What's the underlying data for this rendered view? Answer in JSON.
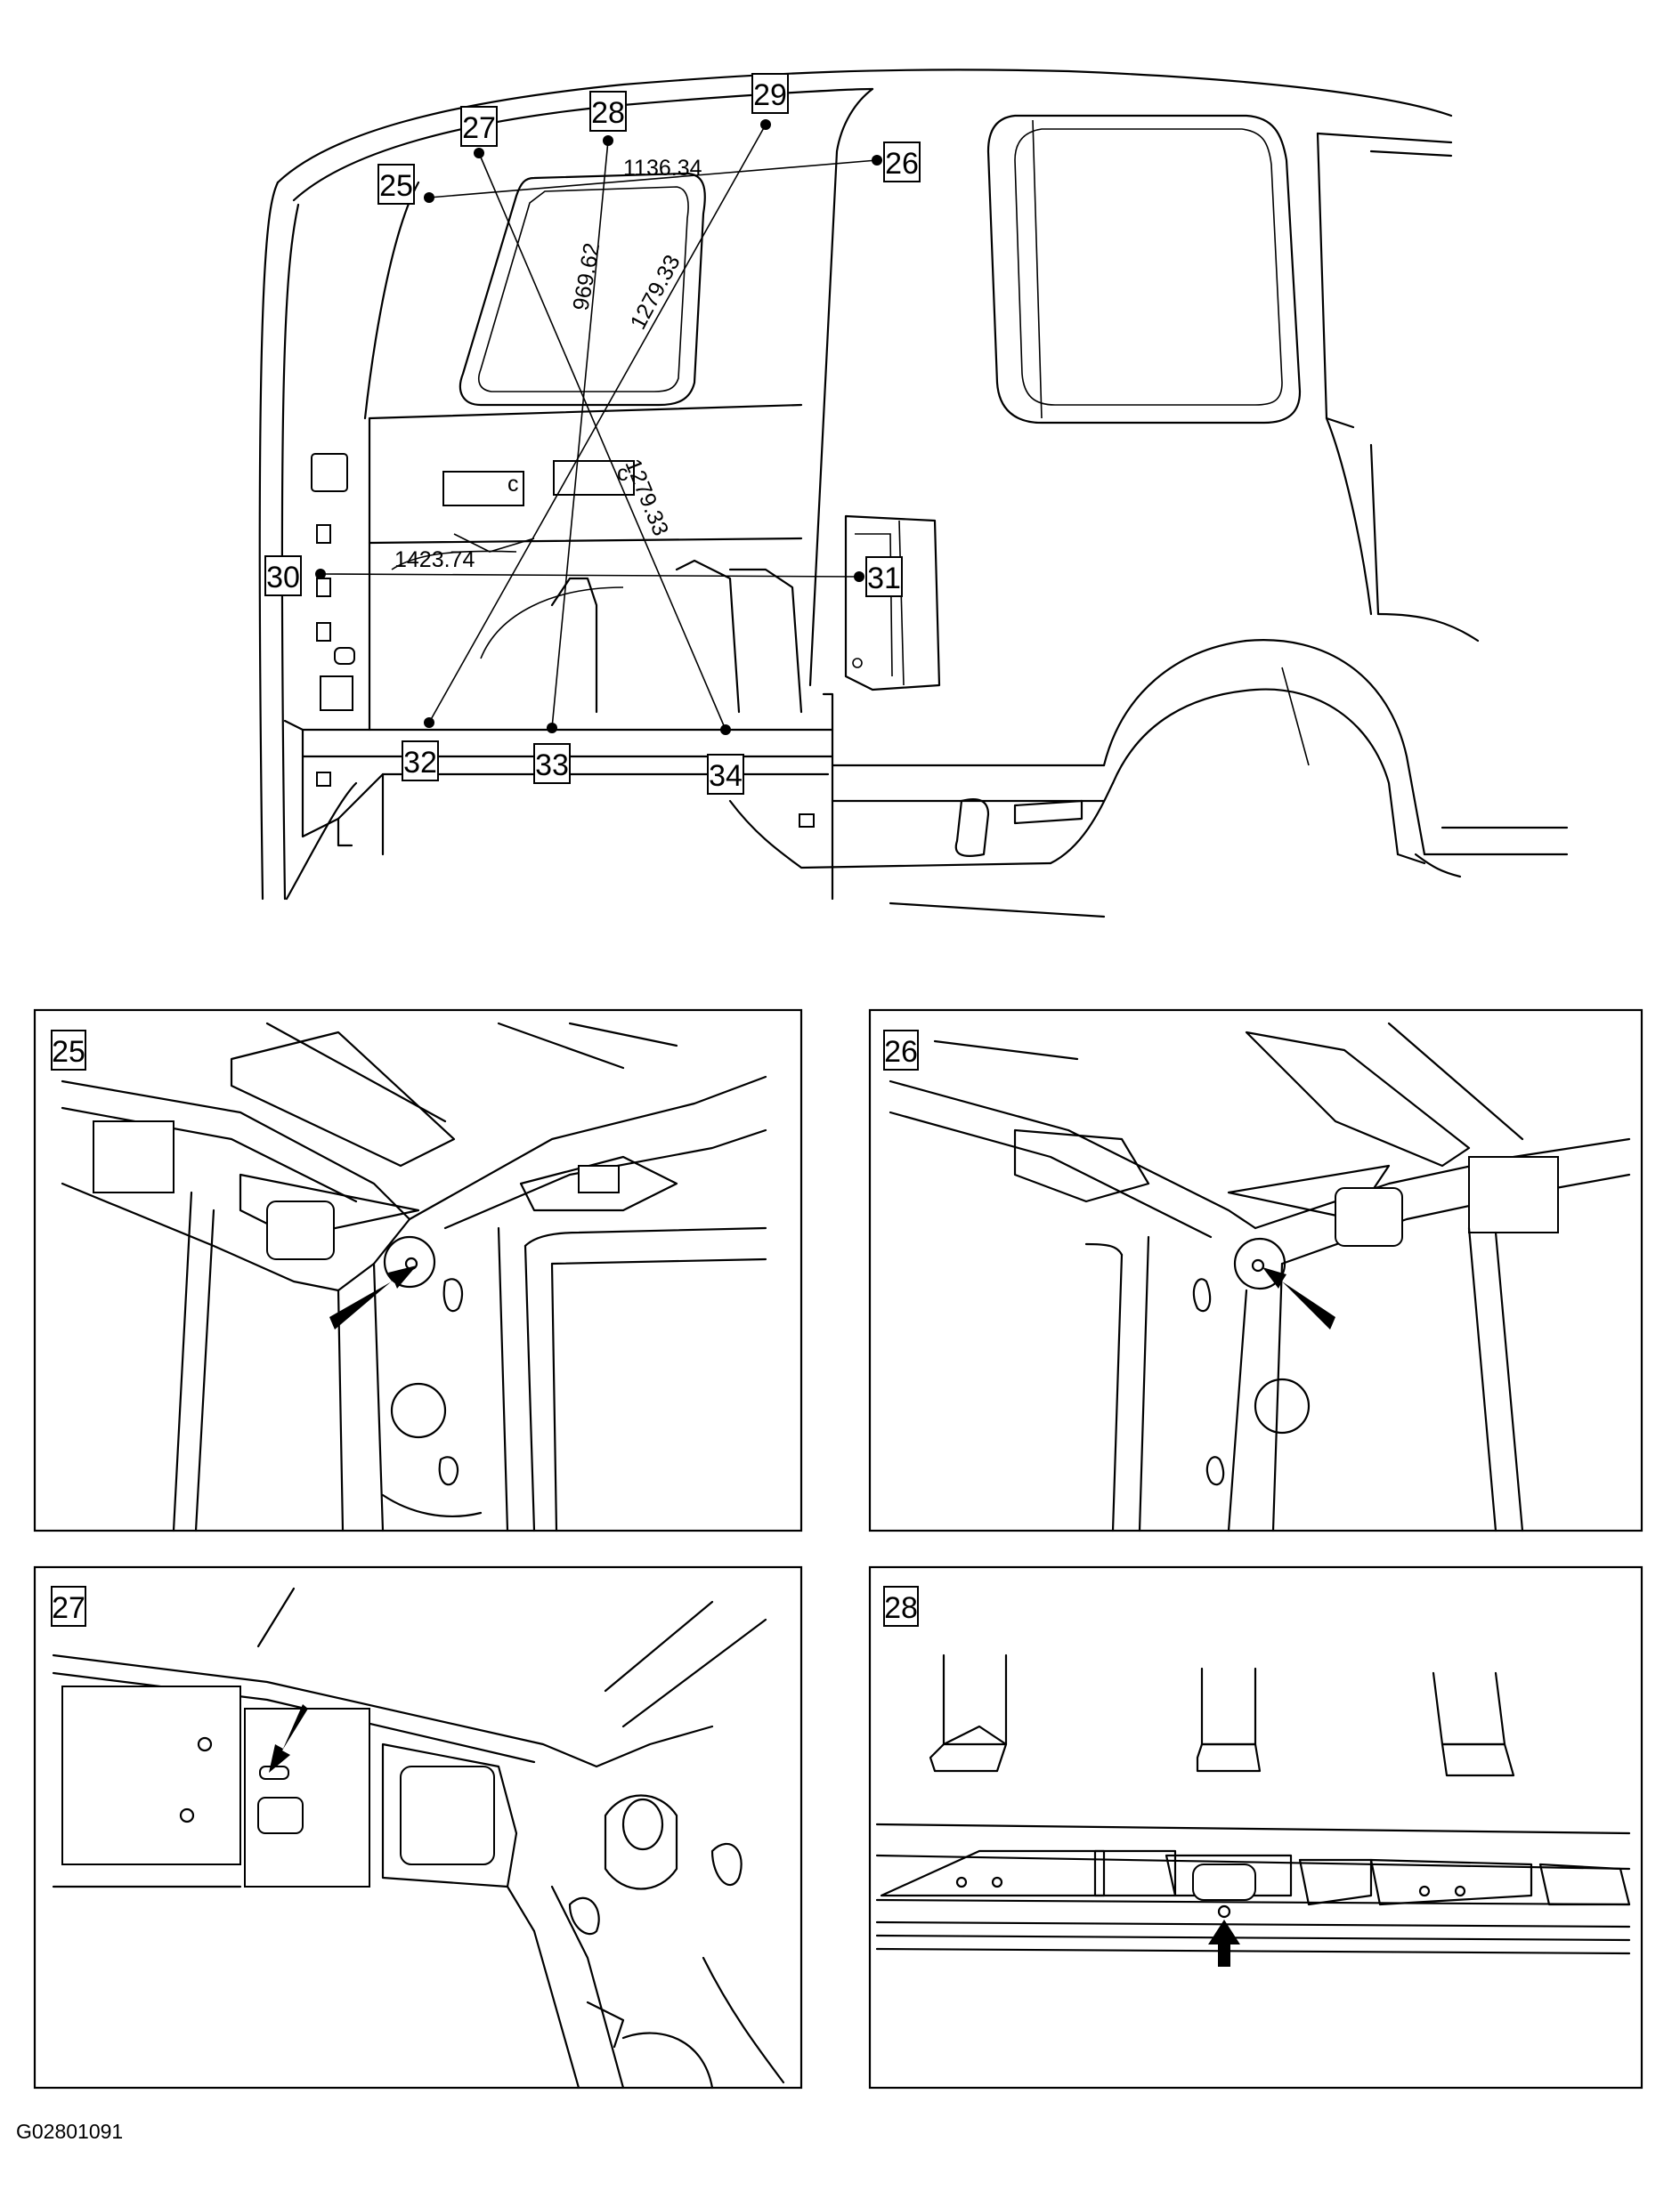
{
  "callouts": {
    "p25": "25",
    "p26": "26",
    "p27": "27",
    "p28": "28",
    "p29": "29",
    "p30": "30",
    "p31": "31",
    "p32": "32",
    "p33": "33",
    "p34": "34"
  },
  "dimensions": {
    "d_1136": "1136.34",
    "d_969": "969.62",
    "d_1279a": "1279.33",
    "d_1279b": "1279.33",
    "d_1423": "1423.74"
  },
  "vehicle_marks": {
    "c_left": "c",
    "c_right": "c"
  },
  "detail_panels": {
    "panel_25": "25",
    "panel_26": "26",
    "panel_27": "27",
    "panel_28": "28"
  },
  "figure_code": "G02801091"
}
